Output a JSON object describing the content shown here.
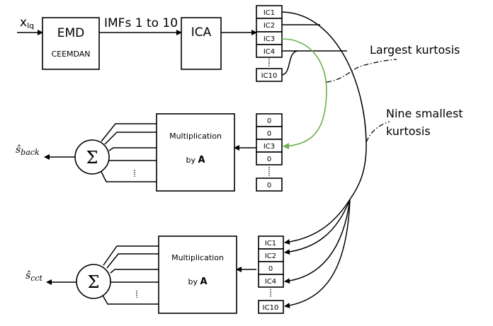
{
  "input": {
    "label": "x",
    "subscript": "lq"
  },
  "emd_block": {
    "title": "EMD",
    "subtitle": "CEEMDAN"
  },
  "imfs_label": "IMFs 1 to 10",
  "ica_block": {
    "title": "ICA"
  },
  "ic_stack_top": [
    "IC1",
    "IC2",
    "IC3",
    "IC4",
    "IC10"
  ],
  "annotations": {
    "largest": "Largest kurtosis",
    "nine_line1": "Nine smallest",
    "nine_line2": "kurtosis"
  },
  "back_branch": {
    "stack": [
      "0",
      "0",
      "IC3",
      "0",
      "0"
    ],
    "mult_line1": "Multiplication",
    "mult_line2": "by ",
    "mult_matrix": "A",
    "sum_symbol": "Σ",
    "output": "ŝ",
    "output_sub": "back"
  },
  "cct_branch": {
    "stack": [
      "IC1",
      "IC2",
      "0",
      "IC4",
      "IC10"
    ],
    "mult_line1": "Multiplication",
    "mult_line2": "by ",
    "mult_matrix": "A",
    "sum_symbol": "Σ",
    "output": "ŝ",
    "output_sub": "cct"
  },
  "colors": {
    "green_arrow": "#6ab04c",
    "line": "#000000"
  }
}
